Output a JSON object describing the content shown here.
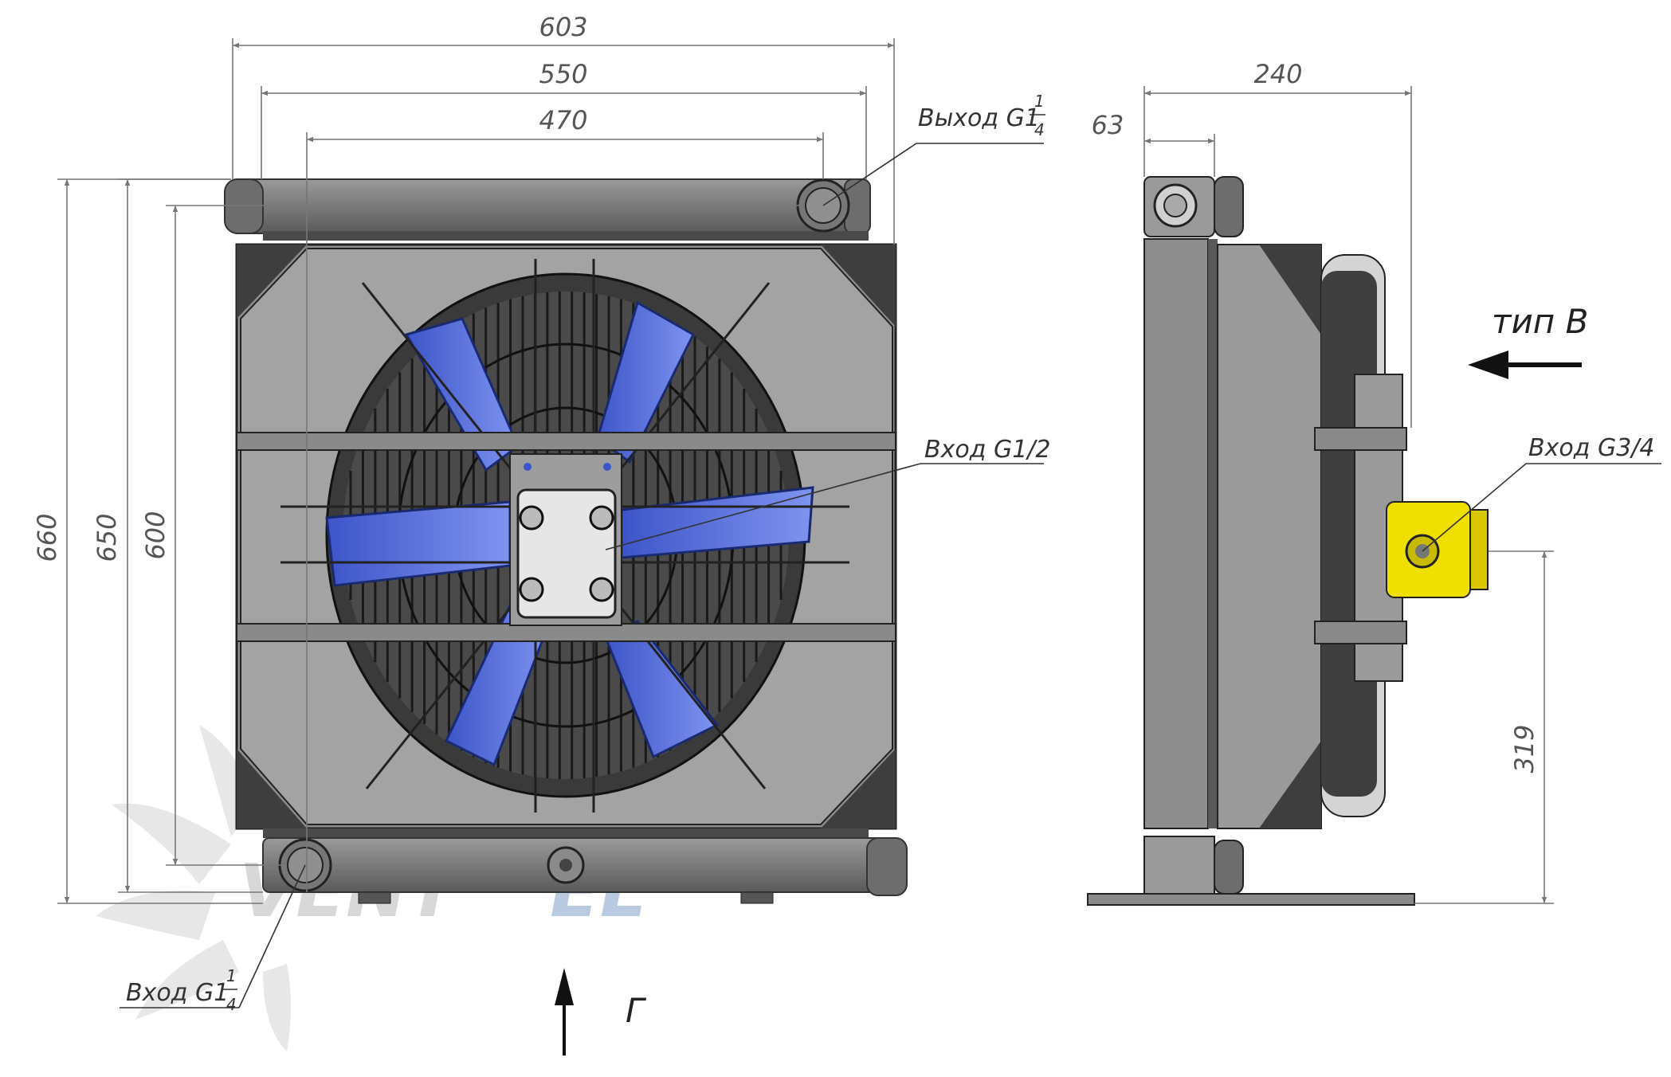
{
  "front_view": {
    "dimensions": {
      "overall_width": "603",
      "width_mid": "550",
      "width_inner": "470",
      "overall_height": "660",
      "height_mid": "650",
      "height_inner": "600"
    },
    "callouts": {
      "outlet_top": {
        "text": "Выход G1",
        "num": "1",
        "den": "4"
      },
      "inlet_center": {
        "text": "Вход G1/2"
      },
      "inlet_bottom": {
        "text": "Вход G1",
        "num": "1",
        "den": "4"
      }
    },
    "view_label": "Г",
    "fan_blade_color": "#5b73e6"
  },
  "side_view": {
    "dimensions": {
      "depth": "240",
      "port_offset": "63",
      "port_height": "319"
    },
    "callouts": {
      "inlet_side": {
        "text": "Вход G3/4"
      }
    },
    "view_label": "тип В",
    "pump_color": "#f0e000"
  },
  "watermark": {
    "brand_a": "VENT",
    "brand_b": "EL",
    "color_a": "#c8c8c8",
    "color_b": "#a9bdd9"
  }
}
